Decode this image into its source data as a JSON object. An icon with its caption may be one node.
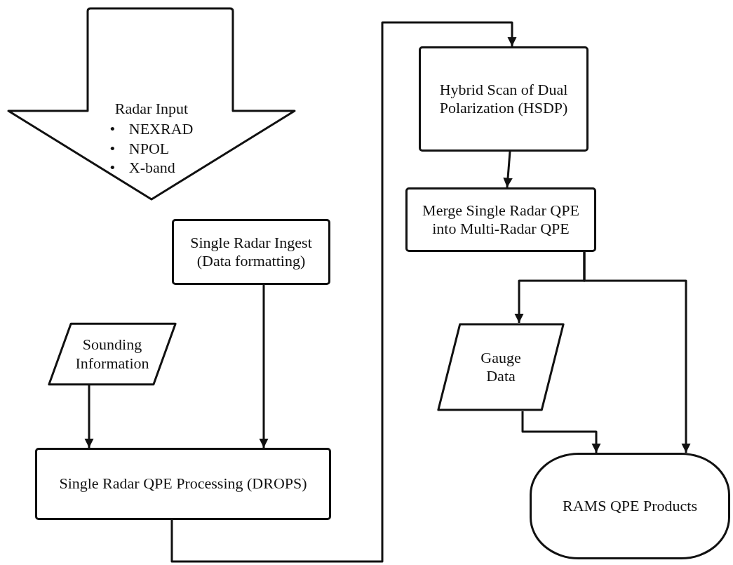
{
  "diagram": {
    "nodes": [
      {
        "text": [
          "Radar Input",
          "• NEXRAD",
          "• NPOL",
          "• X-band"
        ]
      },
      {
        "text": [
          "Single Radar Ingest (Data formatting)"
        ]
      },
      {
        "text": [
          "Sounding Information"
        ]
      },
      {
        "text": [
          "Single Radar QPE Processing (DROPS)"
        ]
      },
      {
        "text": [
          "Hybrid Scan of Dual Polarization (HSDP)"
        ]
      },
      {
        "text": [
          "Merge Single Radar QPE into Multi-Radar QPE"
        ]
      },
      {
        "text": [
          "Gauge Data"
        ]
      },
      {
        "text": [
          "RAMS QPE Products"
        ]
      }
    ],
    "edges": [
      {
        "from": 1,
        "to": 3,
        "arrow": "to"
      },
      {
        "from": 2,
        "to": 3,
        "arrow": "to"
      },
      {
        "from": 3,
        "to": 4,
        "arrow": "to"
      },
      {
        "from": 4,
        "to": 5,
        "arrow": "to"
      },
      {
        "from": 5,
        "to": 6,
        "arrow": "to"
      },
      {
        "from": 5,
        "to": 7,
        "arrow": "to"
      },
      {
        "from": 6,
        "to": 7,
        "arrow": "to"
      }
    ]
  }
}
